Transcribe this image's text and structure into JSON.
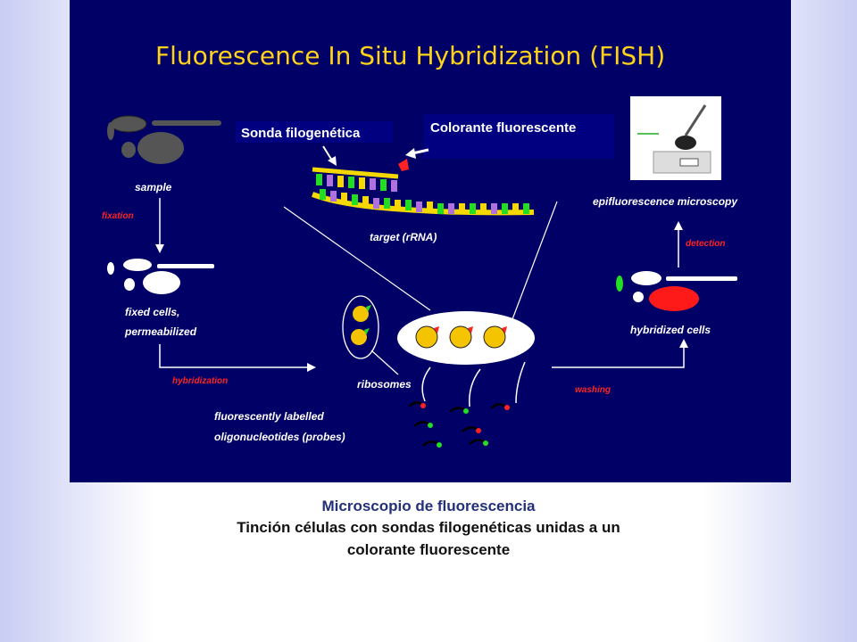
{
  "figure": {
    "title": "Fluorescence In Situ Hybridization (FISH)",
    "callouts": {
      "probe": "Sonda filogenética",
      "dye": "Colorante fluorescente"
    },
    "labels": {
      "sample": "sample",
      "fixation": "fixation",
      "fixed_cells_1": "fixed cells,",
      "fixed_cells_2": "permeabilized",
      "hybridization": "hybridization",
      "target": "target (rRNA)",
      "ribosomes": "ribosomes",
      "probes_1": "fluorescently labelled",
      "probes_2": "oligonucleotides (probes)",
      "washing": "washing",
      "hybridized_cells": "hybridized cells",
      "detection": "detection",
      "microscopy": "epifluorescence microscopy"
    }
  },
  "caption": {
    "title": "Microscopio de fluorescencia",
    "line1": "Tinción células con sondas filogenéticas unidas a un",
    "line2": "colorante fluorescente"
  },
  "colors": {
    "panel": "#000066",
    "title": "#ffd21a",
    "probe_green": "#22dd22",
    "probe_purple": "#b070e0",
    "target_yellow": "#f5d800",
    "dye_red": "#ff2222"
  }
}
